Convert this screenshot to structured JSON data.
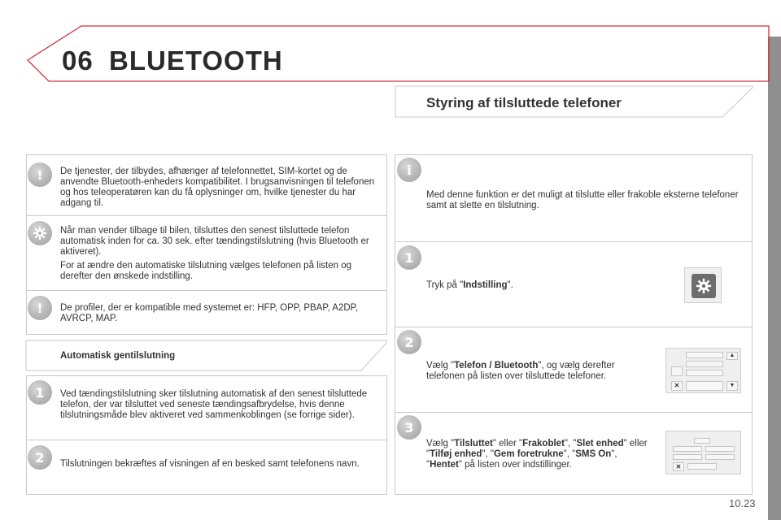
{
  "header": {
    "chapter_number": "06",
    "chapter_title": "BLUETOOTH"
  },
  "right_title": "Styring af tilsluttede telefoner",
  "left": {
    "info1": "De tjenester, der tilbydes, afhænger af telefonnettet, SIM-kortet og de anvendte Bluetooth-enheders kompatibilitet. I brugsanvisningen til telefonen og hos teleoperatøren kan du få oplysninger om, hvilke tjenester du har adgang til.",
    "tip_p1": "Når man vender tilbage til bilen, tilsluttes den senest tilsluttede telefon automatisk inden for ca. 30 sek. efter tændingstilslutning (hvis Bluetooth er aktiveret).",
    "tip_p2": "For at ændre den automatiske tilslutning vælges telefonen på listen og derefter den ønskede indstilling.",
    "info2": "De profiler, der er kompatible med systemet er: HFP, OPP, PBAP, A2DP, AVRCP, MAP.",
    "auto_title": "Automatisk gentilslutning",
    "step1": "Ved tændingstilslutning sker tilslutning automatisk af den senest tilsluttede telefon, der var tilsluttet ved seneste tændingsafbrydelse, hvis denne tilslutningsmåde blev aktiveret ved sammenkoblingen (se forrige sider).",
    "step2": "Tilslutningen bekræftes af visningen af en besked samt telefonens navn."
  },
  "right": {
    "intro": "Med denne funktion er det muligt at tilslutte eller frakoble eksterne telefoner samt at slette en tilslutning.",
    "s1_pre": "Tryk på \"",
    "s1_b1": "Indstilling",
    "s1_post": "\".",
    "s2_pre": "Vælg \"",
    "s2_b1": "Telefon / Bluetooth",
    "s2_post": "\", og vælg derefter telefonen på listen over tilsluttede telefoner.",
    "s3_a": "Vælg \"",
    "s3_b1": "Tilsluttet",
    "s3_c": "\" eller \"",
    "s3_b2": "Frakoblet",
    "s3_d": "\", \"",
    "s3_b3": "Slet enhed",
    "s3_e": "\" eller \"",
    "s3_b4": "Tilføj enhed",
    "s3_f": "\", \"",
    "s3_b5": "Gem foretrukne",
    "s3_g": "\", \"",
    "s3_b6": "SMS On",
    "s3_h": "\", \"",
    "s3_b7": "Hentet",
    "s3_i": "\" på listen over indstillinger."
  },
  "badges": {
    "warning": "!",
    "info": "i",
    "one": "1",
    "two": "2",
    "three": "3"
  },
  "page_number": "10.23",
  "colors": {
    "accent": "#d0303c",
    "panel_border": "#c9c9c9",
    "badge": "#a8a8a8",
    "sidebar": "#8f8f8f"
  }
}
